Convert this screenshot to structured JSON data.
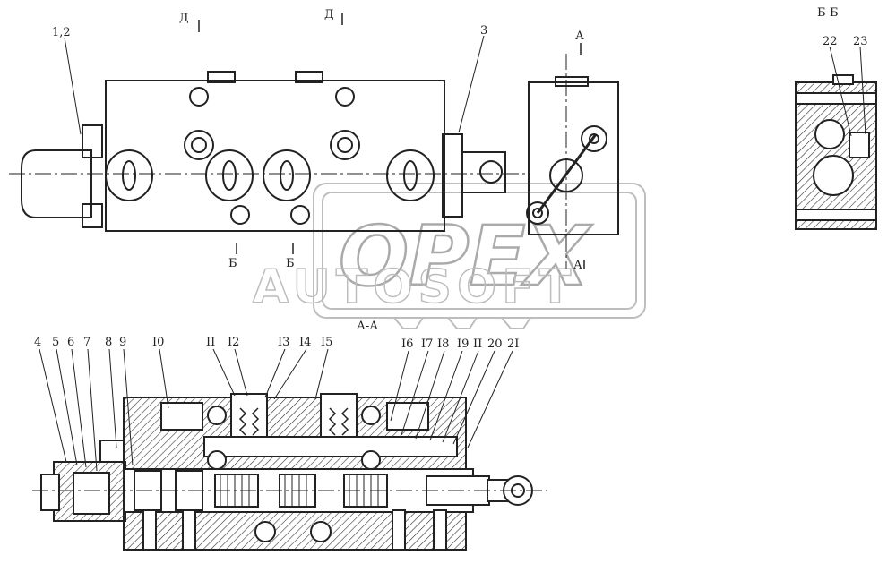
{
  "top_view": {
    "section_marks": [
      "Д",
      "Д",
      "Б",
      "Б",
      "А",
      "А"
    ],
    "callouts": [
      "1,2",
      "3"
    ]
  },
  "side_view": {
    "title": "Б-Б",
    "callouts": [
      "22",
      "23"
    ]
  },
  "section_view": {
    "title": "А-А",
    "callouts": [
      "4",
      "5",
      "6",
      "7",
      "8",
      "9",
      "I0",
      "II",
      "I2",
      "I3",
      "I4",
      "I5",
      "I6",
      "I7",
      "I8",
      "I9",
      "II",
      "20",
      "2I"
    ]
  },
  "watermark": {
    "logo": "OPEX",
    "text": "AUTOSOFT"
  }
}
